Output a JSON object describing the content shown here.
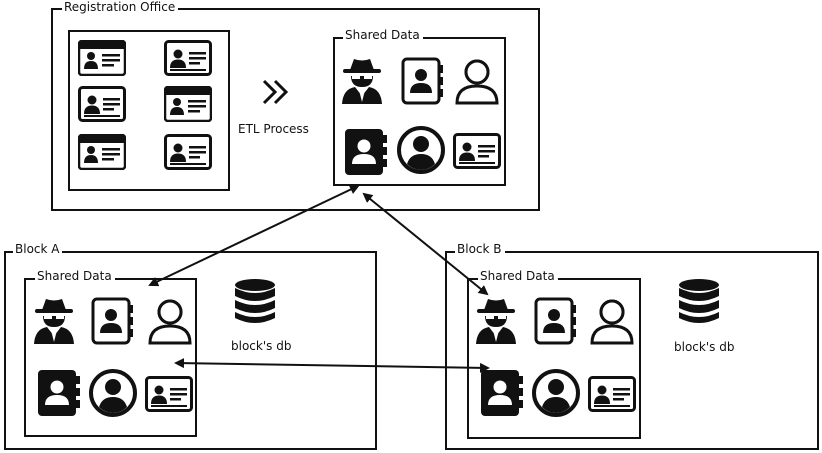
{
  "registration_office": {
    "title": "Registration Office",
    "etl_label": "ETL Process",
    "shared_data_title": "Shared  Data"
  },
  "block_a": {
    "title": "Block A",
    "shared_data_title": "Shared  Data",
    "db_label": "block's db"
  },
  "block_b": {
    "title": "Block B",
    "shared_data_title": "Shared  Data",
    "db_label": "block's db"
  }
}
